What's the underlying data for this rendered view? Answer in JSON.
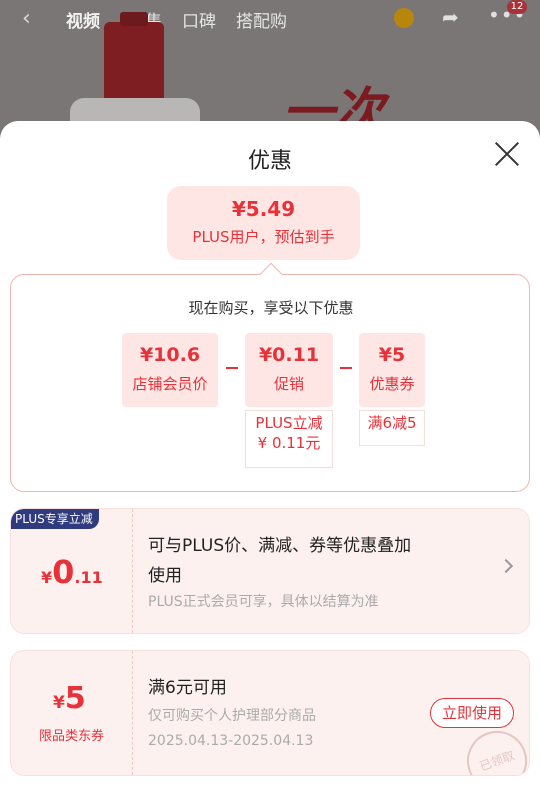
{
  "background": {
    "nav_tabs": [
      "视频",
      "图集",
      "口碑",
      "搭配购"
    ],
    "cart_badge": "12",
    "promo_text": "一次"
  },
  "sheet": {
    "title": "优惠"
  },
  "estimate": {
    "price": "¥5.49",
    "subtitle": "PLUS用户，预估到手"
  },
  "calc": {
    "heading": "现在购买，享受以下优惠",
    "items": [
      {
        "value": "¥10.6",
        "label": "店铺会员价"
      },
      {
        "value": "¥0.11",
        "label": "促销",
        "detail_line1": "PLUS立减",
        "detail_line2": "¥ 0.11元"
      },
      {
        "value": "¥5",
        "label": "优惠券",
        "detail_line1": "满6减5"
      }
    ],
    "operator": "-"
  },
  "plus_card": {
    "tag": "PLUS专享立减",
    "currency": "¥",
    "amount_int": "0",
    "amount_dec": ".11",
    "main_line1": "可与PLUS价、满减、券等优惠叠加",
    "main_line2": "使用",
    "sub": "PLUS正式会员可享，具体以结算为准"
  },
  "coupon_card": {
    "currency": "¥",
    "amount": "5",
    "type_label": "限品类东券",
    "condition": "满6元可用",
    "scope": "仅可购买个人护理部分商品",
    "validity": "2025.04.13-2025.04.13",
    "button": "立即使用",
    "stamp": "已领取"
  },
  "colors": {
    "accent": "#e8323a",
    "pink_bg": "#fde6e4",
    "plus_tag": "#2f3a7f"
  }
}
